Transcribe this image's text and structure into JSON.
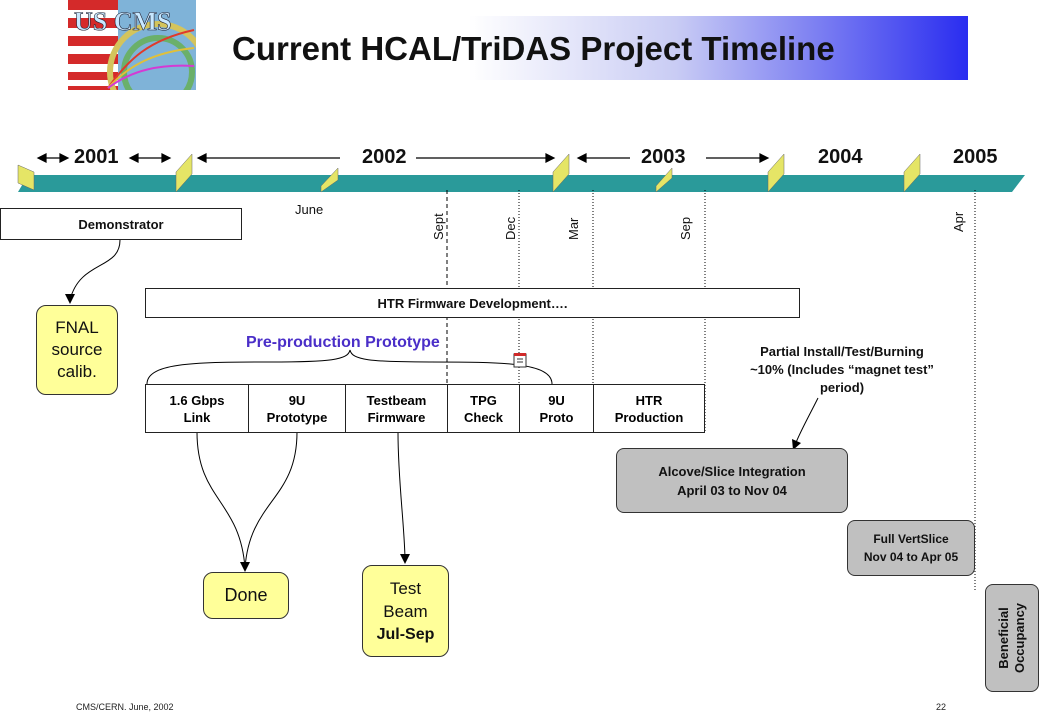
{
  "title": "Current HCAL/TriDAS Project Timeline",
  "logo": {
    "text": "US CMS"
  },
  "years": [
    "2001",
    "2002",
    "2003",
    "2004",
    "2005"
  ],
  "months": {
    "june": "June",
    "sept": "Sept",
    "dec": "Dec",
    "mar": "Mar",
    "sep": "Sep",
    "apr": "Apr"
  },
  "demonstrator": "Demonstrator",
  "fnal": [
    "FNAL",
    "source",
    "calib."
  ],
  "firmware_dev": "HTR Firmware Development….",
  "preproduction": "Pre-production Prototype",
  "tasks": [
    [
      "1.6 Gbps",
      "Link"
    ],
    [
      "9U",
      "Prototype"
    ],
    [
      "Testbeam",
      "Firmware"
    ],
    [
      "TPG",
      "Check"
    ],
    [
      "9U",
      "Proto"
    ],
    [
      "HTR",
      "Production"
    ]
  ],
  "partial_install": [
    "Partial Install/Test/Burning",
    "~10% (Includes “magnet test”",
    "period)"
  ],
  "alcove": [
    "Alcove/Slice Integration",
    "April 03 to Nov 04"
  ],
  "vertslice": [
    "Full VertSlice",
    "Nov 04 to Apr 05"
  ],
  "beneficial": [
    "Beneficial",
    "Occupancy"
  ],
  "done": "Done",
  "testbeam": [
    "Test",
    "Beam",
    "Jul-Sep"
  ],
  "footer": {
    "left": "CMS/CERN. June, 2002",
    "page": "22"
  }
}
